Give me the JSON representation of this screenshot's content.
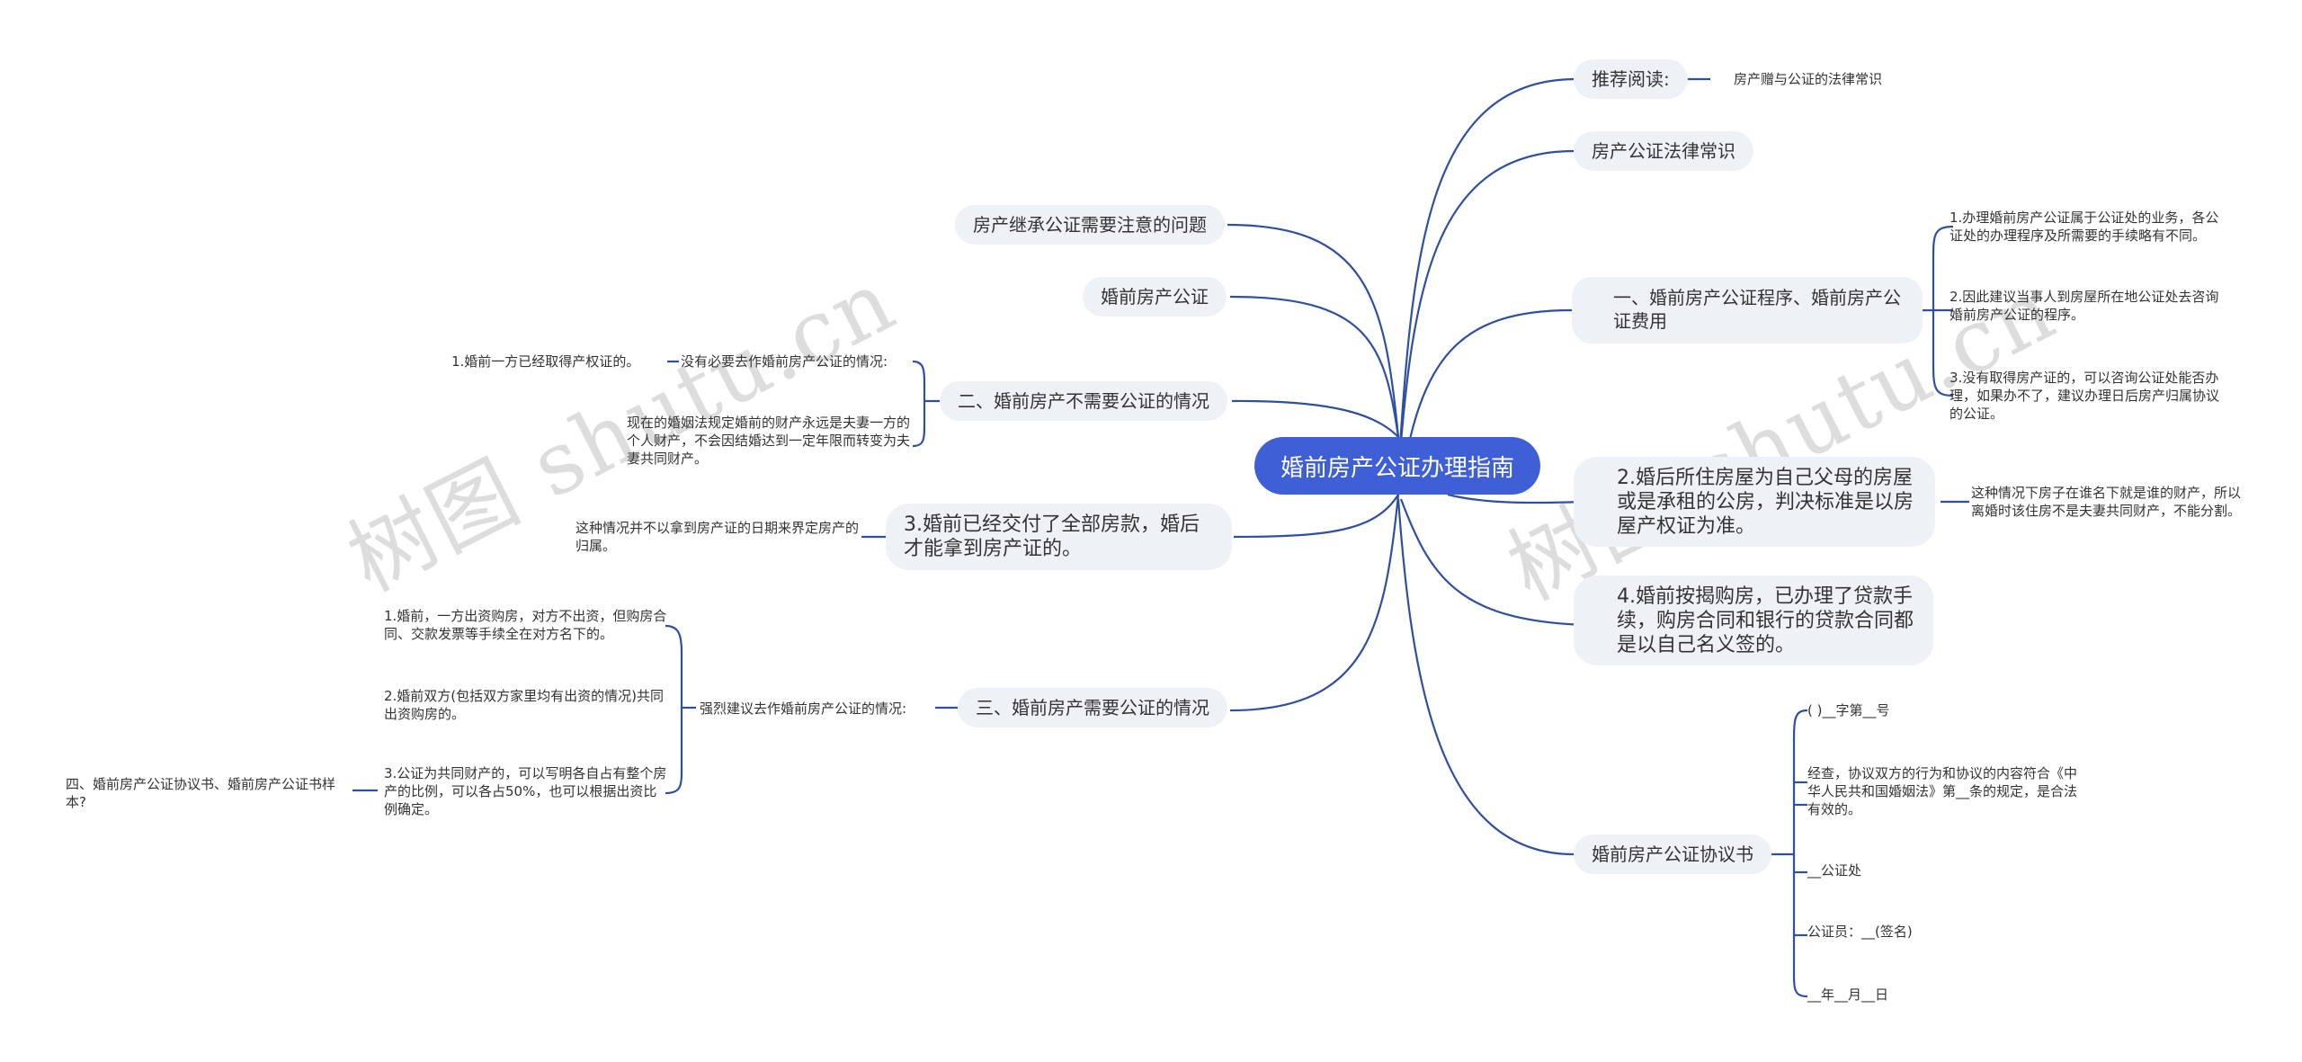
{
  "root": "婚前房产公证办理指南",
  "right": {
    "recommend": {
      "label": "推荐阅读:",
      "item": "房产赠与公证的法律常识"
    },
    "law_common": "房产公证法律常识",
    "procedure": {
      "label": "一、婚前房产公证程序、婚前房产公证费用",
      "items": [
        "1.办理婚前房产公证属于公证处的业务，各公证处的办理程序及所需要的手续略有不同。",
        "2.因此建议当事人到房屋所在地公证处去咨询婚前房产公证的程序。",
        "3.没有取得房产证的，可以咨询公证处能否办理，如果办不了，建议办理日后房产归属协议的公证。"
      ]
    },
    "parents_house": {
      "label": "2.婚后所住房屋为自己父母的房屋或是承租的公房，判决标准是以房屋产权证为准。",
      "note": "这种情况下房子在谁名下就是谁的财产，所以离婚时该住房不是夫妻共同财产，不能分割。"
    },
    "loan": "4.婚前按揭购房，已办理了贷款手续，购房合同和银行的贷款合同都是以自己名义签的。",
    "agreement": {
      "label": "婚前房产公证协议书",
      "items": [
        "( )__字第__号",
        "经查，协议双方的行为和协议的内容符合《中华人民共和国婚姻法》第__条的规定，是合法有效的。",
        "__公证处",
        "公证员：__(签名)",
        "__年__月__日"
      ]
    }
  },
  "left": {
    "inherit": "房产继承公证需要注意的问题",
    "premarital": "婚前房产公证",
    "no_need": {
      "label": "二、婚前房产不需要公证的情况",
      "sub": "没有必要去作婚前房产公证的情况:",
      "sub_item": "1.婚前一方已经取得产权证的。",
      "law": "现在的婚姻法规定婚前的财产永远是夫妻一方的个人财产，不会因结婚达到一定年限而转变为夫妻共同财产。"
    },
    "paid": {
      "label": "3.婚前已经交付了全部房款，婚后才能拿到房产证的。",
      "note": "这种情况并不以拿到房产证的日期来界定房产的归属。"
    },
    "need": {
      "label": "三、婚前房产需要公证的情况",
      "sub": "强烈建议去作婚前房产公证的情况:",
      "items": [
        "1.婚前，一方出资购房，对方不出资，但购房合同、交款发票等手续全在对方名下的。",
        "2.婚前双方(包括双方家里均有出资的情况)共同出资购房的。",
        "3.公证为共同财产的，可以写明各自占有整个房产的比例，可以各占50%，也可以根据出资比例确定。"
      ],
      "extra": "四、婚前房产公证协议书、婚前房产公证书样本?"
    }
  },
  "watermark": "树图 shutu.cn",
  "colors": {
    "line": "#2f4fa3",
    "root": "#3e5fd6",
    "node": "#eef1f6"
  }
}
